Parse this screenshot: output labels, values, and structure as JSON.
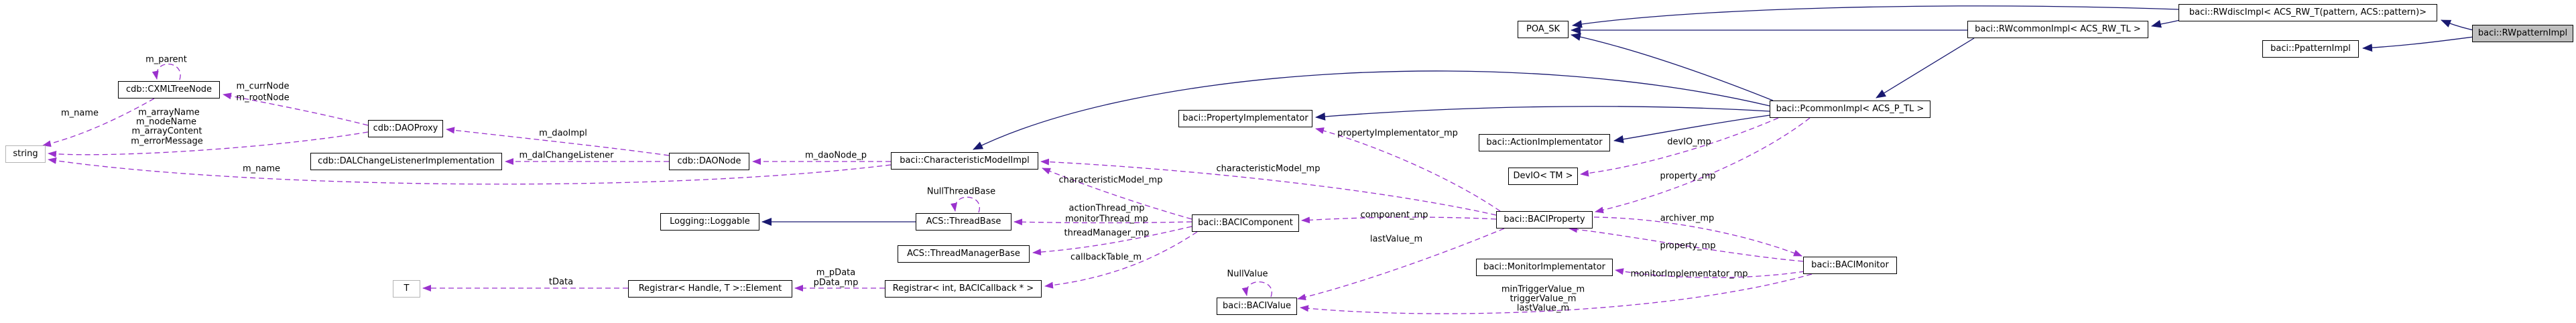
{
  "colors": {
    "usage_edge": "#9a32cd",
    "inheritance_edge": "#191970",
    "node_fill": "#ffffff",
    "node_border": "#000000",
    "highlight_fill": "#bfbfbf",
    "external_node_border": "#b4b4b4",
    "text": "#000000"
  },
  "nodes": [
    {
      "id": "string",
      "label": "string"
    },
    {
      "id": "cxmltreenode",
      "label": "cdb::CXMLTreeNode"
    },
    {
      "id": "daoproxy",
      "label": "cdb::DAOProxy"
    },
    {
      "id": "dalchangelistener",
      "label": "cdb::DALChangeListenerImplementation"
    },
    {
      "id": "daonode",
      "label": "cdb::DAONode"
    },
    {
      "id": "characteristicmodelimpl",
      "label": "baci::CharacteristicModelImpl"
    },
    {
      "id": "propertyimplementator",
      "label": "baci::PropertyImplementator"
    },
    {
      "id": "loggable",
      "label": "Logging::Loggable"
    },
    {
      "id": "threadbase",
      "label": "ACS::ThreadBase"
    },
    {
      "id": "threadmanagerbase",
      "label": "ACS::ThreadManagerBase"
    },
    {
      "id": "t",
      "label": "T"
    },
    {
      "id": "registrar-element",
      "label": "Registrar< Handle, T >::Element"
    },
    {
      "id": "registrar-int",
      "label": "Registrar< int, BACICallback * >"
    },
    {
      "id": "bacicomponent",
      "label": "baci::BACIComponent"
    },
    {
      "id": "bacivalue",
      "label": "baci::BACIValue"
    },
    {
      "id": "actionimplementator",
      "label": "baci::ActionImplementator"
    },
    {
      "id": "devio",
      "label": "DevIO< TM >"
    },
    {
      "id": "baciproperty",
      "label": "baci::BACIProperty"
    },
    {
      "id": "monitorimplementator",
      "label": "baci::MonitorImplementator"
    },
    {
      "id": "bacimonitor",
      "label": "baci::BACIMonitor"
    },
    {
      "id": "poa-sk",
      "label": "POA_SK"
    },
    {
      "id": "pcommonimpl",
      "label": "baci::PcommonImpl< ACS_P_TL >"
    },
    {
      "id": "rwcommonimpl",
      "label": "baci::RWcommonImpl< ACS_RW_TL >"
    },
    {
      "id": "rwdiscimpl",
      "label": "baci::RWdiscImpl< ACS_RW_T(pattern, ACS::pattern)>"
    },
    {
      "id": "ppatternimpl",
      "label": "baci::PpatternImpl"
    },
    {
      "id": "rwpatternimpl",
      "label": "baci::RWpatternImpl"
    }
  ],
  "edge_labels": [
    {
      "text": "m_parent"
    },
    {
      "text": "m_currNode"
    },
    {
      "text": "m_rootNode"
    },
    {
      "text": "m_name"
    },
    {
      "text": "m_arrayName"
    },
    {
      "text": "m_nodeName"
    },
    {
      "text": "m_arrayContent"
    },
    {
      "text": "m_errorMessage"
    },
    {
      "text": "m_daoImpl"
    },
    {
      "text": "m_dalChangeListener"
    },
    {
      "text": "m_daoNode_p"
    },
    {
      "text": "m_name"
    },
    {
      "text": "characteristicModel_mp"
    },
    {
      "text": "characteristicModel_mp"
    },
    {
      "text": "NullThreadBase"
    },
    {
      "text": "actionThread_mp"
    },
    {
      "text": "monitorThread_mp"
    },
    {
      "text": "threadManager_mp"
    },
    {
      "text": "callbackTable_m"
    },
    {
      "text": "m_pData"
    },
    {
      "text": "pData_mp"
    },
    {
      "text": "tData"
    },
    {
      "text": "NullValue"
    },
    {
      "text": "propertyImplementator_mp"
    },
    {
      "text": "devIO_mp"
    },
    {
      "text": "property_mp"
    },
    {
      "text": "component_mp"
    },
    {
      "text": "lastValue_m"
    },
    {
      "text": "archiver_mp"
    },
    {
      "text": "property_mp"
    },
    {
      "text": "monitorImplementator_mp"
    },
    {
      "text": "minTriggerValue_m"
    },
    {
      "text": "triggerValue_m"
    },
    {
      "text": "lastValue_m"
    }
  ]
}
